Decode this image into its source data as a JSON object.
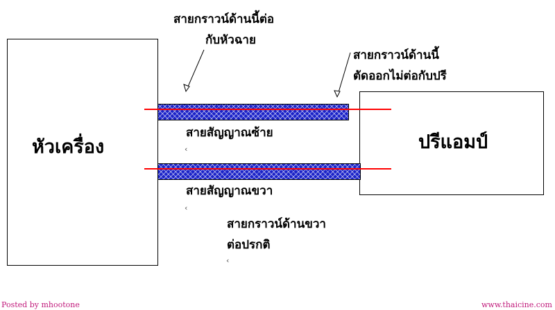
{
  "head_unit_label": "หัวเครื่อง",
  "preamp_label": "ปรีแอมป์",
  "annotations": {
    "ground_head_end": [
      "สายกราวน์ด้านนี้ต่อ",
      "กับหัวฉาย"
    ],
    "ground_cut_end": [
      "สายกราวน์ด้านนี้",
      "ตัดออกไม่ต่อกับปรี"
    ],
    "left_signal": "สายสัญญาณซ้าย",
    "right_signal": "สายสัญญาณขวา",
    "right_ground": [
      "สายกราวน์ด้านขวา",
      "ต่อปรกติ"
    ]
  },
  "footer": {
    "left": "Posted by mhootone",
    "right": "www.thaicine.com"
  },
  "colors": {
    "cable": "#1a22c8",
    "wire": "#ff0000",
    "footer": "#c0187a"
  }
}
